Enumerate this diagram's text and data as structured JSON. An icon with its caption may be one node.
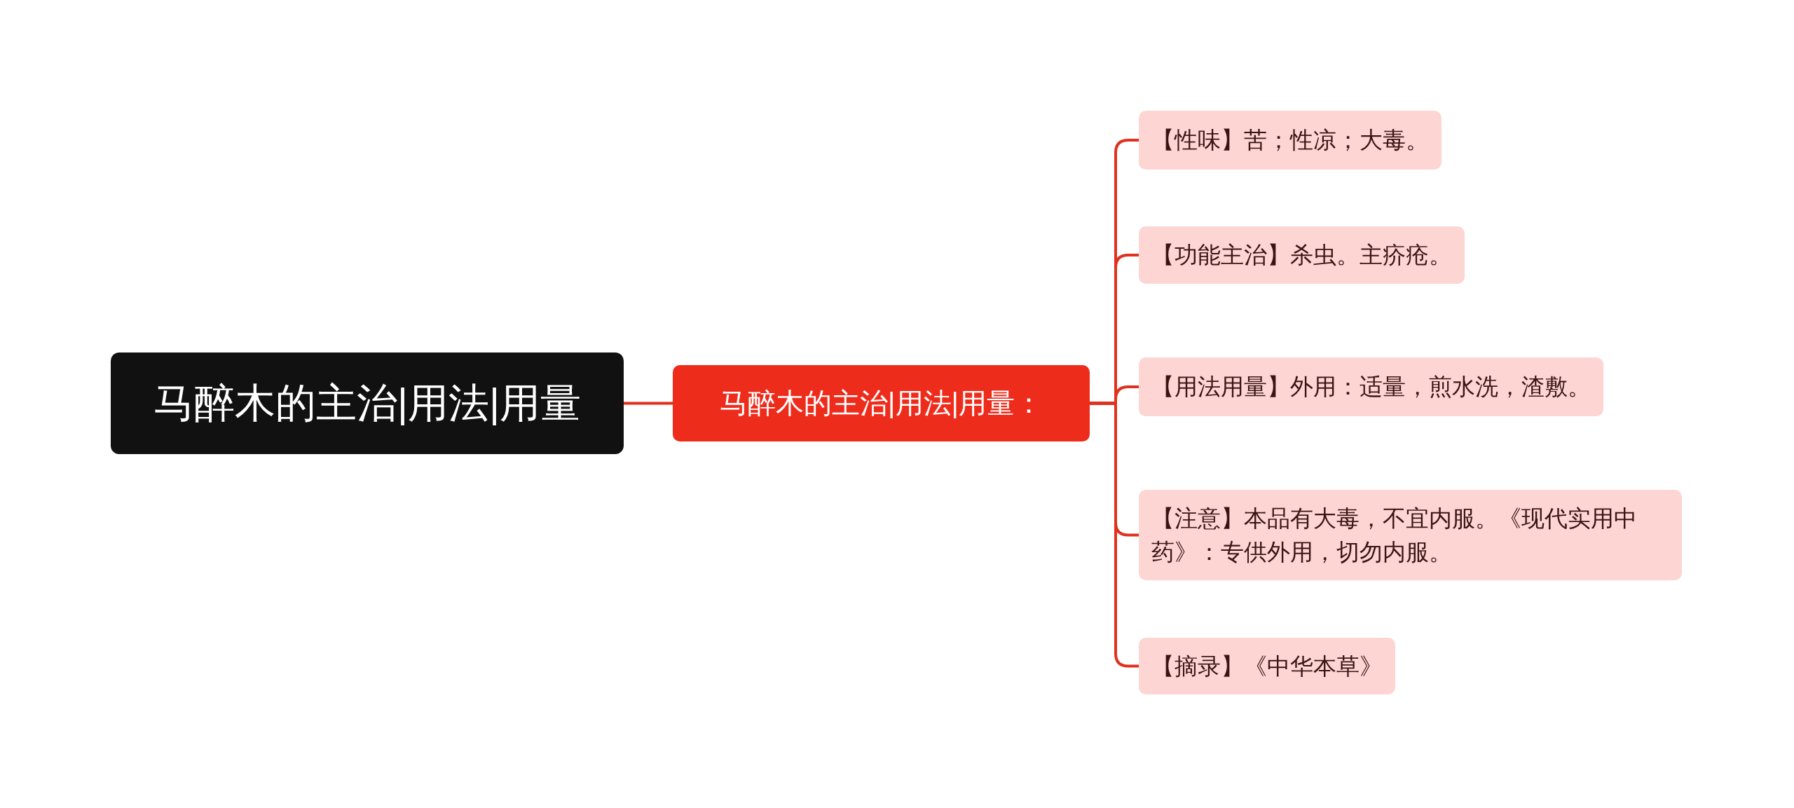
{
  "diagram": {
    "nodes": [
      {
        "text": [
          "马醉木的主治|用法|用量"
        ]
      },
      {
        "text": [
          "马醉木的主治|用法|用量："
        ]
      },
      {
        "text": [
          "【性味】苦；性凉；大毒。"
        ]
      },
      {
        "text": [
          "【功能主治】杀虫。主疥疮。"
        ]
      },
      {
        "text": [
          "【用法用量】外用：适量，煎水洗，渣敷。"
        ]
      },
      {
        "text": [
          "【注意】本品有大毒，不宜内服。《现代实用中药》：专供外用，切勿内服。"
        ]
      },
      {
        "text": [
          "【摘录】《中华本草》"
        ]
      }
    ],
    "edges": [
      {
        "from": 0,
        "to": 1,
        "arrow": "none"
      },
      {
        "from": 1,
        "to": 2,
        "arrow": "none"
      },
      {
        "from": 1,
        "to": 3,
        "arrow": "none"
      },
      {
        "from": 1,
        "to": 4,
        "arrow": "none"
      },
      {
        "from": 1,
        "to": 5,
        "arrow": "none"
      },
      {
        "from": 1,
        "to": 6,
        "arrow": "none"
      }
    ]
  }
}
